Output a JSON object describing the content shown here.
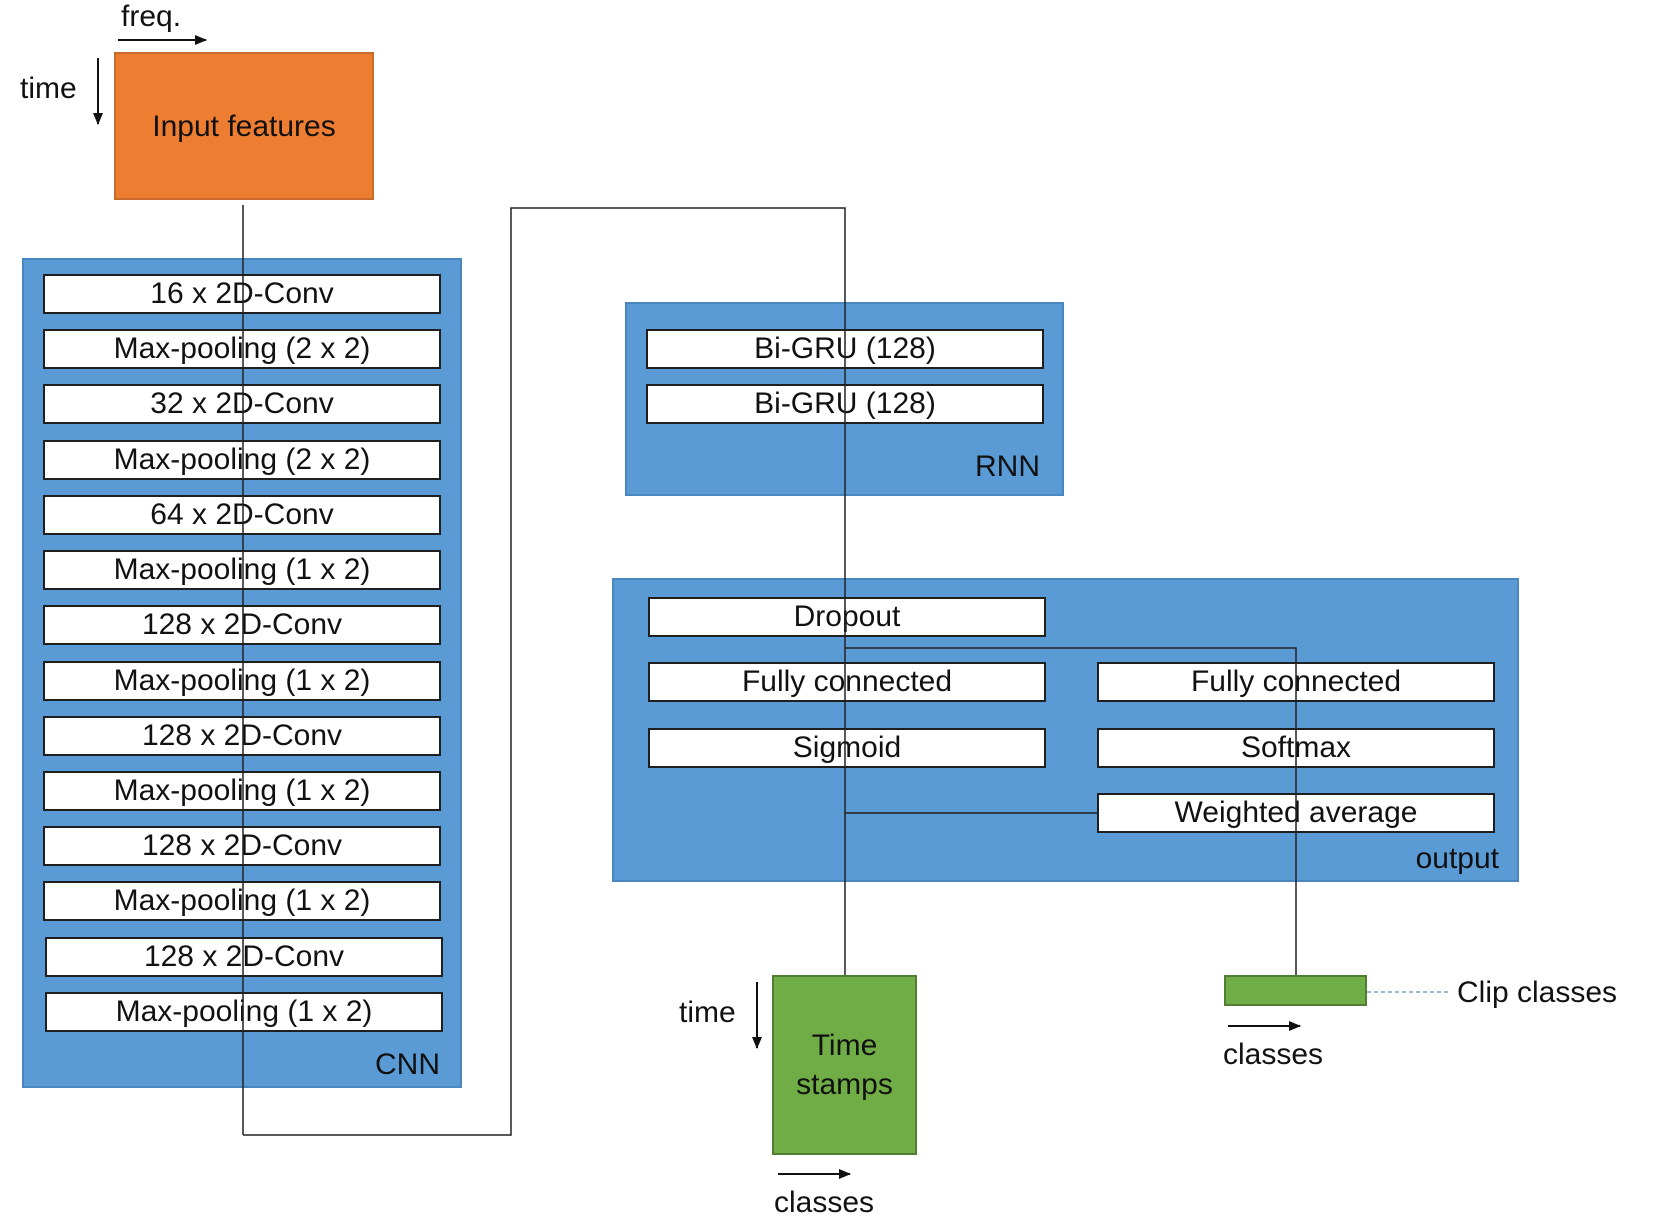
{
  "input": {
    "label": "Input features",
    "freq_label": "freq.",
    "time_label": "time"
  },
  "cnn": {
    "label": "CNN",
    "layers": [
      "16 x 2D-Conv",
      "Max-pooling (2 x 2)",
      "32 x 2D-Conv",
      "Max-pooling (2 x 2)",
      "64 x 2D-Conv",
      "Max-pooling (1 x 2)",
      "128 x 2D-Conv",
      "Max-pooling (1 x 2)",
      "128 x 2D-Conv",
      "Max-pooling (1 x 2)",
      "128 x 2D-Conv",
      "Max-pooling (1 x 2)",
      "128 x 2D-Conv",
      "Max-pooling (1 x 2)"
    ]
  },
  "rnn": {
    "label": "RNN",
    "layers": [
      "Bi-GRU (128)",
      "Bi-GRU (128)"
    ]
  },
  "output": {
    "label": "output",
    "dropout": "Dropout",
    "fc_left": "Fully connected",
    "fc_right": "Fully connected",
    "sigmoid": "Sigmoid",
    "softmax": "Softmax",
    "weighted_average": "Weighted average"
  },
  "time_stamps": {
    "label": "Time stamps",
    "time_label": "time",
    "classes_label": "classes"
  },
  "clip": {
    "label": "Clip classes",
    "classes_label": "classes"
  },
  "colors": {
    "block": "#5b9bd5",
    "input": "#ed7d31",
    "output_node": "#70ad47",
    "layer": "#ffffff"
  }
}
